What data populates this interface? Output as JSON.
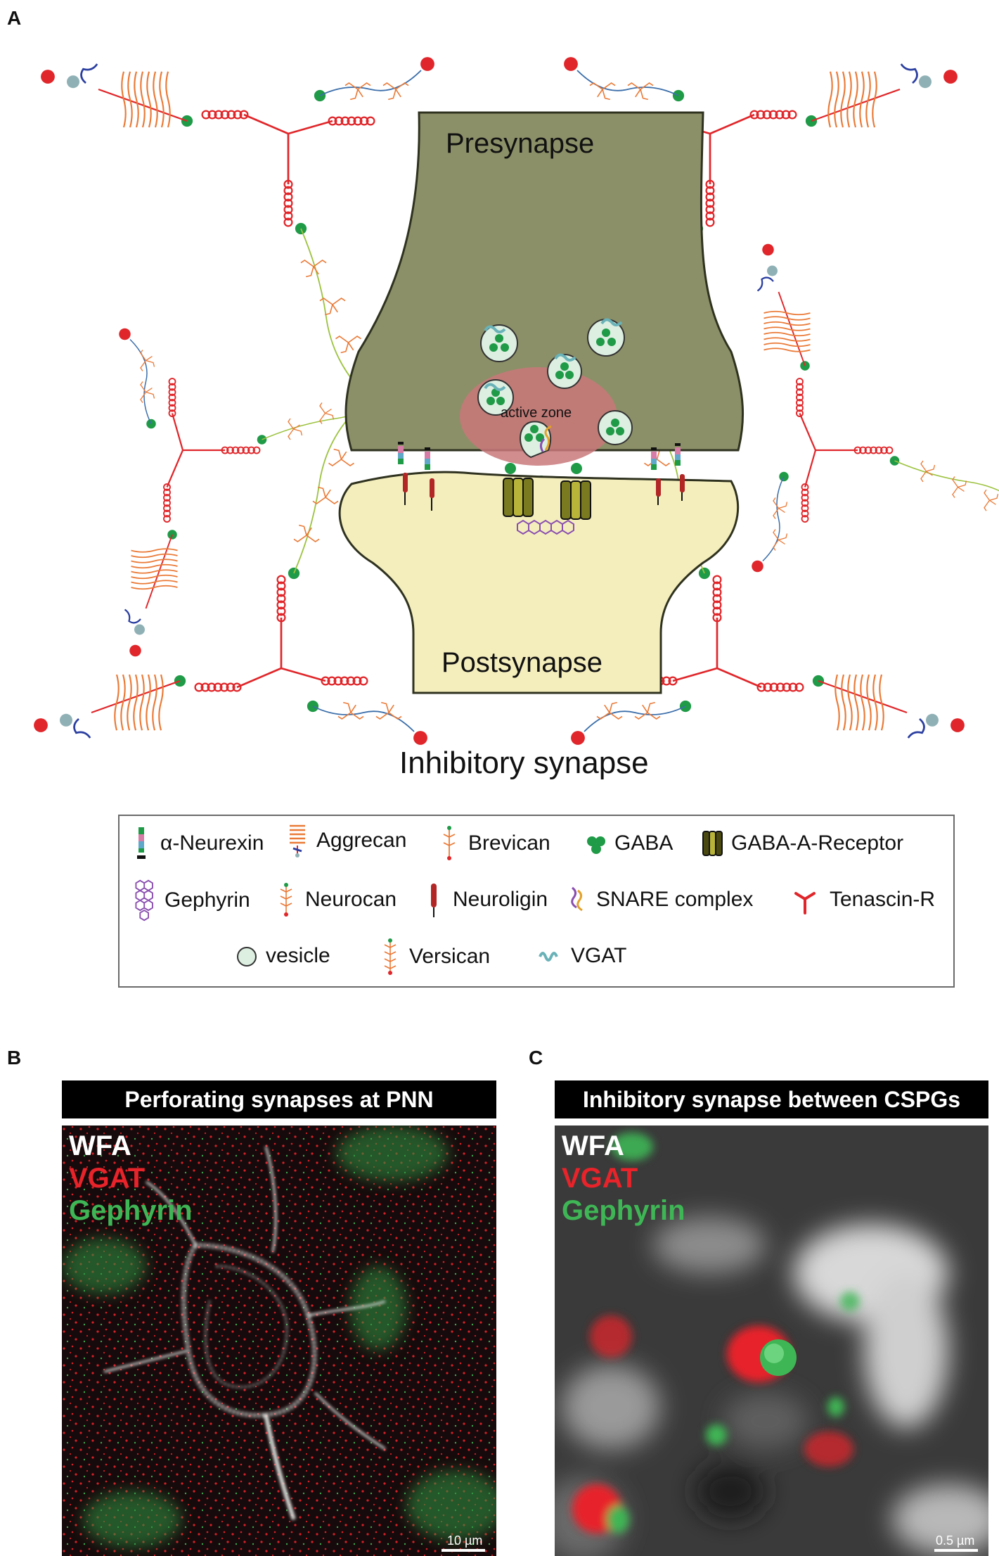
{
  "panels": {
    "a": "A",
    "b": "B",
    "c": "C"
  },
  "diagram": {
    "presynapse": "Presynapse",
    "postsynapse": "Postsynapse",
    "active_zone": "active zone",
    "title": "Inhibitory synapse"
  },
  "legend": {
    "alpha_neurexin": "α-Neurexin",
    "aggrecan": "Aggrecan",
    "brevican": "Brevican",
    "gaba": "GABA",
    "gaba_a_receptor": "GABA-A-Receptor",
    "gephyrin": "Gephyrin",
    "neurocan": "Neurocan",
    "neuroligin": "Neuroligin",
    "snare_complex": "SNARE complex",
    "tenascin_r": "Tenascin-R",
    "vesicle": "vesicle",
    "versican": "Versican",
    "vgat": "VGAT"
  },
  "panel_b": {
    "title": "Perforating synapses at PNN",
    "channels": [
      "WFA",
      "VGAT",
      "Gephyrin"
    ],
    "scale": "10 µm"
  },
  "panel_c": {
    "title": "Inhibitory synapse between CSPGs",
    "channels": [
      "WFA",
      "VGAT",
      "Gephyrin"
    ],
    "scale": "0.5 µm"
  },
  "colors": {
    "presynapse": "#8c9068",
    "postsynapse": "#f4eebd",
    "active_zone": "#c9787a",
    "tenascin": "#e0262a",
    "aggrecan": "#ea7a37",
    "gaba": "#1f9a47",
    "vesicle": "#dcefe1",
    "vgat": "#69b2b8",
    "gephyrin": "#8a4fb0",
    "wfa": "#ffffff",
    "vgat_channel": "#e8232a",
    "gephyrin_channel": "#3fb655"
  }
}
